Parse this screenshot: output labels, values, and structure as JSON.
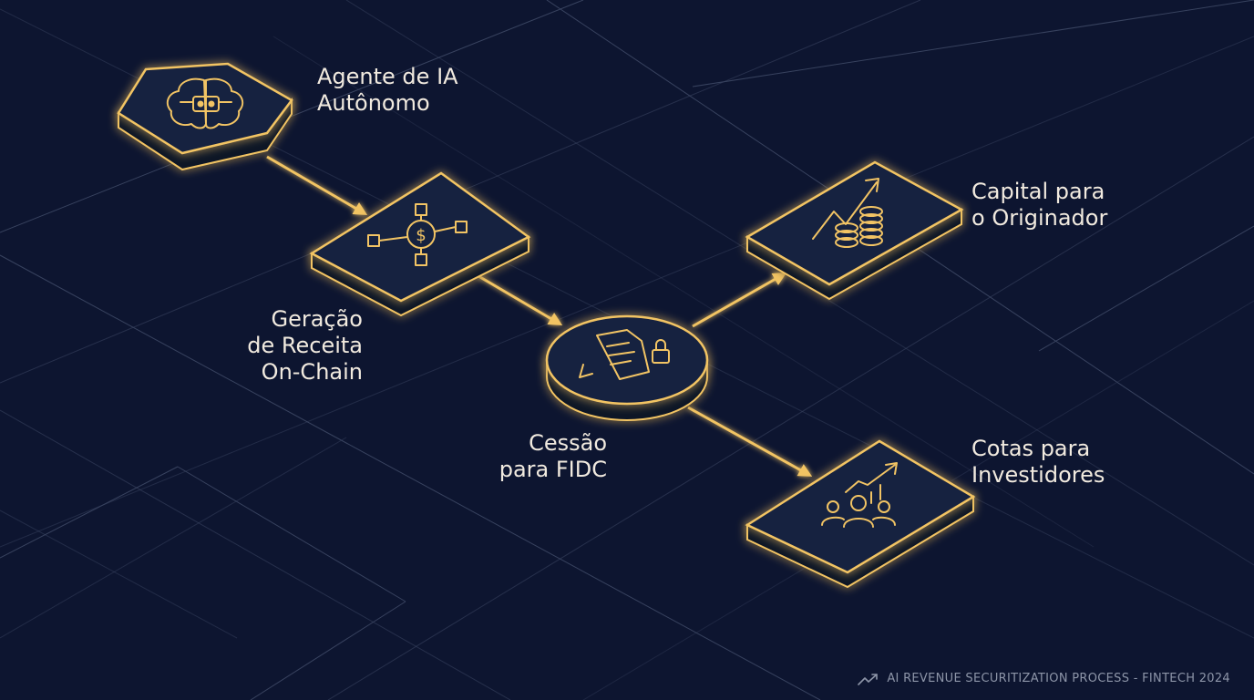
{
  "colors": {
    "background": "#0d1530",
    "grid_line": "#5b6785",
    "accent_gold": "#f2c464",
    "node_fill": "#14203f",
    "node_side": "#0c1328",
    "label_text": "#f1eadf",
    "footer_text": "#8d95a8"
  },
  "nodes": [
    {
      "id": "ai-agent",
      "icon": "brain-circuit-icon",
      "lines": [
        "Agente de IA",
        "Autônomo"
      ]
    },
    {
      "id": "revenue",
      "icon": "dollar-network-icon",
      "lines": [
        "Geração",
        "de Receita",
        "On-Chain"
      ]
    },
    {
      "id": "fidc",
      "icon": "document-lock-icon",
      "lines": [
        "Cessão",
        "para FIDC"
      ]
    },
    {
      "id": "capital",
      "icon": "growth-coins-icon",
      "lines": [
        "Capital para",
        "o Originador"
      ]
    },
    {
      "id": "investors",
      "icon": "investors-group-icon",
      "lines": [
        "Cotas para",
        "Investidores"
      ]
    }
  ],
  "edges": [
    {
      "from": "ai-agent",
      "to": "revenue"
    },
    {
      "from": "revenue",
      "to": "fidc"
    },
    {
      "from": "fidc",
      "to": "capital"
    },
    {
      "from": "fidc",
      "to": "investors"
    }
  ],
  "footer": {
    "icon": "trend-line-icon",
    "text": "AI REVENUE SECURITIZATION PROCESS - FINTECH 2024"
  }
}
